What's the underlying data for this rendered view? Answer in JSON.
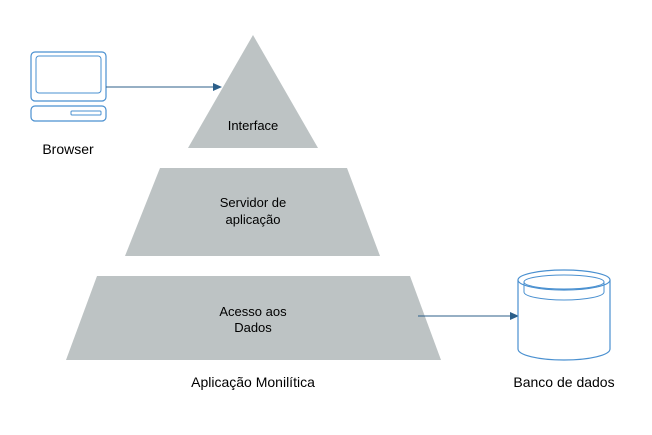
{
  "diagram": {
    "layers": [
      {
        "id": "interface",
        "lines": [
          "Interface"
        ]
      },
      {
        "id": "app-server",
        "lines": [
          "Servidor de",
          "aplicação"
        ]
      },
      {
        "id": "data-access",
        "lines": [
          "Acesso aos",
          "Dados"
        ]
      }
    ],
    "captions": {
      "browser": "Browser",
      "application": "Aplicação Monilítica",
      "database": "Banco de dados"
    },
    "colors": {
      "layer_fill": "#bdc3c4",
      "icon_stroke": "#4a90d0",
      "arrow": "#2c5f8a"
    }
  }
}
